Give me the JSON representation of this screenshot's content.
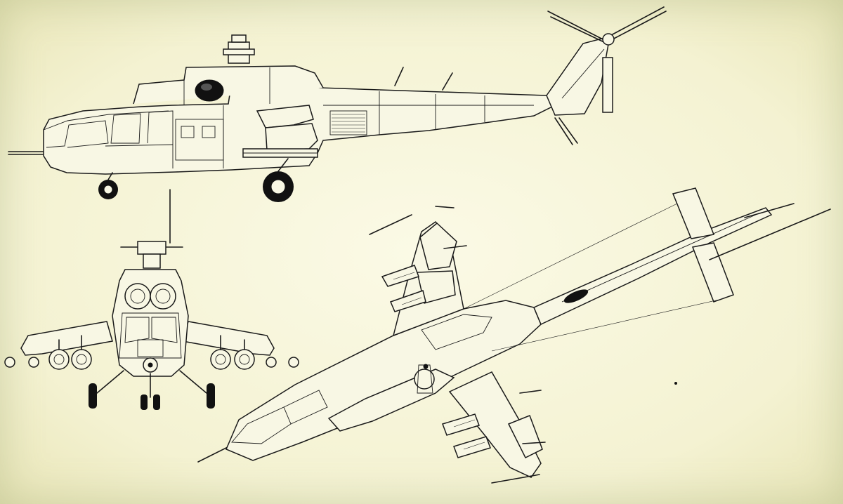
{
  "colors": {
    "paper": "#f7f5dc",
    "ink": "#1a1a1a"
  },
  "views": [
    "side-view",
    "front-view",
    "top-view"
  ]
}
